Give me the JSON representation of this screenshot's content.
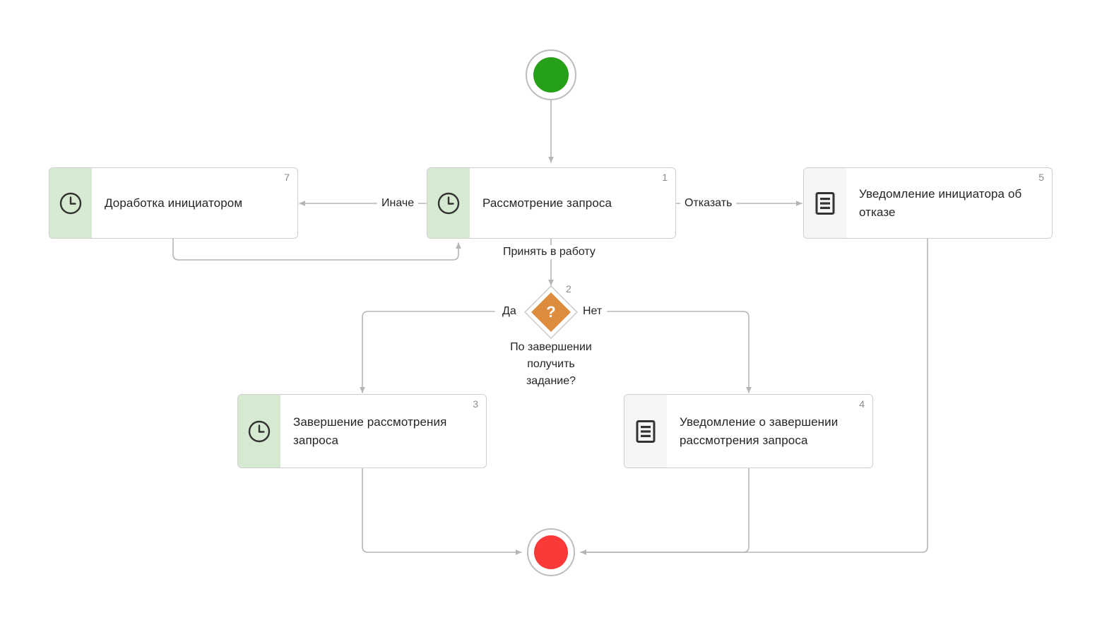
{
  "diagram": {
    "type": "bpmn-workflow",
    "language": "ru",
    "colors": {
      "start_event": "#25a018",
      "end_event": "#fa3939",
      "gateway": "#dd8b3d",
      "user_task_stripe": "#d6e9d1",
      "script_task_stripe": "#f5f5f5",
      "edge": "#b5b5b5",
      "node_border": "#cfcfcf",
      "text": "#252525"
    },
    "events": [
      {
        "id": "start",
        "name": "start-event",
        "icon": "start-circle-icon",
        "color": "#25a018"
      },
      {
        "id": "end",
        "name": "end-event",
        "icon": "end-circle-icon",
        "color": "#fa3939"
      }
    ],
    "nodes": [
      {
        "id": "task1",
        "number": "1",
        "label": "Рассмотрение запроса",
        "kind": "user",
        "icon": "clock-icon"
      },
      {
        "id": "task7",
        "number": "7",
        "label": "Доработка инициатором",
        "kind": "user",
        "icon": "clock-icon"
      },
      {
        "id": "task5",
        "number": "5",
        "label": "Уведомление инициатора об отказе",
        "kind": "script",
        "icon": "document-icon"
      },
      {
        "id": "task3",
        "number": "3",
        "label": "Завершение рассмотрения запроса",
        "kind": "user",
        "icon": "clock-icon"
      },
      {
        "id": "task4",
        "number": "4",
        "label": "Уведомление о завершении рассмотрения запроса",
        "kind": "script",
        "icon": "document-icon"
      }
    ],
    "gateway": {
      "id": "gw2",
      "number": "2",
      "symbol": "?",
      "caption": "По завершении\nполучить\nзадание?",
      "icon": "question-diamond-icon"
    },
    "edge_labels": {
      "otherwise": "Иначе",
      "reject": "Отказать",
      "accept": "Принять в работу",
      "yes": "Да",
      "no": "Нет"
    }
  }
}
